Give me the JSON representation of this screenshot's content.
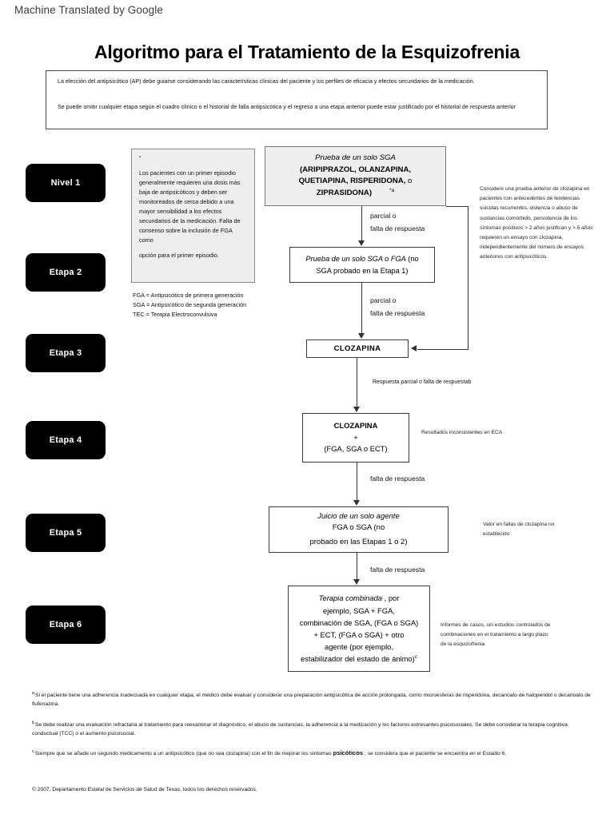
{
  "banner": {
    "text": "Machine Translated by Google"
  },
  "title": "Algoritmo para el Tratamiento de la Esquizofrenia",
  "intro": {
    "paragraph1": "La elección del antipsicótico (AP) debe guiarse considerando las características clínicas del paciente y los perfiles de eficacia y efectos secundarios de la medicación.",
    "paragraph2": "Se puede omitir cualquier etapa según el cuadro clínico o el historial de falla antipsicótica y el regreso a una etapa anterior puede estar justificado por el historial de respuesta anterior"
  },
  "stages": [
    {
      "label": "Nivel 1"
    },
    {
      "label": "Etapa 2"
    },
    {
      "label": "Etapa 3"
    },
    {
      "label": "Etapa 4"
    },
    {
      "label": "Etapa 5"
    },
    {
      "label": "Etapa 6"
    }
  ],
  "note_box": {
    "marker": "*",
    "body": "Los pacientes con un primer episodio generalmente requieren una dosis más baja de antipsicóticos y deben ser monitoreados de cerca debido a una mayor sensibilidad a los efectos secundarios de la medicación. Falta de consenso sobre la inclusión de FGA como",
    "last_line": "opción para el primer episodio."
  },
  "legend": {
    "line1": "FGA = Antipsicótico de primera generación",
    "line2": "SGA = Antipsicótico de segunda generación",
    "line3": "TEC = Terapia Electroconvulsiva"
  },
  "flow": {
    "level1": {
      "line1": "Prueba de un solo SGA",
      "line2": "(ARIPIPRAZOL, OLANZAPINA,",
      "line3_bold": "QUETIAPINA, RISPERIDONA,",
      "line3_tail": " o",
      "line4": "ZIPRASIDONA)",
      "footnote_marker": "*a"
    },
    "stage2": {
      "line1_italic": "Prueba de un solo SGA o FGA",
      "line1_tail": " (no",
      "line2": "SGA probado en la Etapa 1)"
    },
    "stage3": {
      "line1": "CLOZAPINA"
    },
    "stage4": {
      "line1": "CLOZAPINA",
      "line2": "+",
      "line3": "(FGA, SGA o ECT)"
    },
    "stage5": {
      "line1_italic": "Juicio de un solo agente",
      "line2": "FGA o SGA (no",
      "line3": "probado en las Etapas 1 o 2)"
    },
    "stage6": {
      "line1_italic": "Terapia combinada",
      "line1_tail": " , por",
      "line2": "ejemplo, SGA + FGA,",
      "line3": "combinación de SGA, (FGA o SGA)",
      "line4": "+ ECT, (FGA o SGA) + otro",
      "line5": "agente (por ejemplo,",
      "line6": "estabilizador del estado de ánimo)",
      "line6_marker": "c"
    }
  },
  "edge_labels": {
    "l1_to_s2": {
      "line1": "parcial o",
      "line2": "falta de respuesta"
    },
    "s2_to_s3": {
      "line1": "parcial o",
      "line2": "falta de respuesta"
    },
    "s3_to_s4": {
      "text": "Respuesta parcial o falta de respuesta",
      "marker": "b"
    },
    "s4_to_s5": {
      "text": "falta de respuesta"
    },
    "s5_to_s6": {
      "text": "falta de respuesta"
    }
  },
  "side_notes": {
    "clozapine_trial": "Considere una prueba anterior de clozapina en pacientes con antecedentes de tendencias suicidas recurrentes, violencia o abuso de sustancias comórbido, persistencia de los síntomas positivos > 2 años justifican y > 5 años requieren un ensayo con clozapina, independientemente del número de ensayos anteriores con antipsicóticos.",
    "inconsistent": "Resultados inconsistentes en ECA",
    "value_unknown": "Valor en fallas de clozapina no establecido",
    "case_reports": "Informes de casos, sin estudios controlados de combinaciones en el tratamiento a largo plazo de la esquizofrenia"
  },
  "footnotes": {
    "a": {
      "marker": "a",
      "text": "Si el paciente tiene una adherencia inadecuada en cualquier etapa, el médico debe evaluar y considerar una preparación antipsicótica de acción prolongada, como microesferas de risperidona, decanoato de haloperidol o decanoato de flufenazina."
    },
    "b": {
      "marker": "b",
      "text": "Se debe realizar una evaluación refractaria al tratamiento para reexaminar el diagnóstico, el abuso de sustancias, la adherencia a la medicación y los factores estresantes psicosociales. Se debe considerar la terapia cognitiva conductual (TCC) o el aumento psicosocial."
    },
    "c": {
      "marker": "c",
      "text_before": "Siempre que se añade un segundo medicamento a un antipsicótico (que no sea clozapina) con el fin de mejorar los síntomas ",
      "bold_word": "psicóticos",
      "text_after": " , se considera que el paciente se encuentra en el Estadio 6."
    }
  },
  "copyright": "© 2007, Departamento Estatal de Servicios de Salud de Texas, todos los derechos reservados."
}
